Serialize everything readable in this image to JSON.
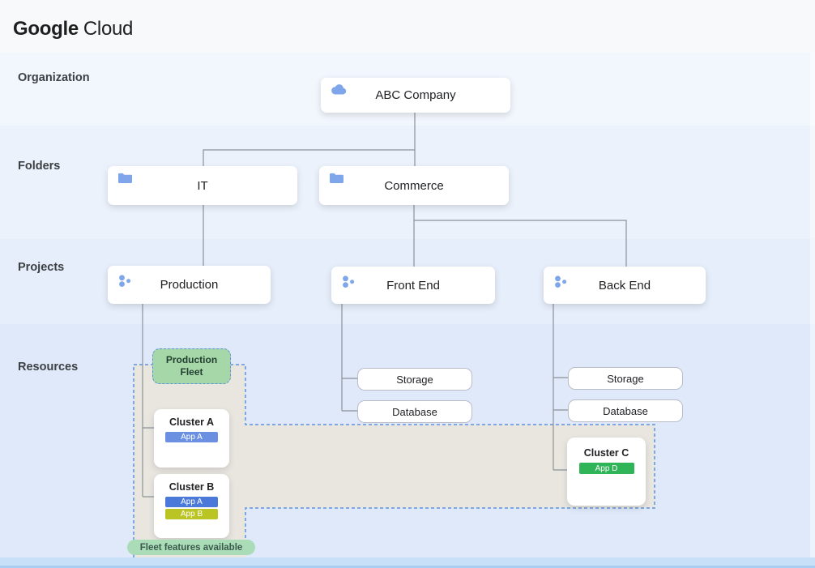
{
  "header": {
    "logo_google": "Google",
    "logo_cloud": "Cloud"
  },
  "row_labels": {
    "organization": "Organization",
    "folders": "Folders",
    "projects": "Projects",
    "resources": "Resources"
  },
  "nodes": {
    "organization": {
      "label": "ABC Company",
      "icon": "cloud-icon"
    },
    "folder_it": {
      "label": "IT",
      "icon": "folder-icon"
    },
    "folder_commerce": {
      "label": "Commerce",
      "icon": "folder-icon"
    },
    "project_production": {
      "label": "Production",
      "icon": "project-icon"
    },
    "project_frontend": {
      "label": "Front End",
      "icon": "project-icon"
    },
    "project_backend": {
      "label": "Back End",
      "icon": "project-icon"
    }
  },
  "resources": {
    "production_fleet": {
      "line1": "Production",
      "line2": "Fleet"
    },
    "frontend": {
      "storage": "Storage",
      "database": "Database"
    },
    "backend": {
      "storage": "Storage",
      "database": "Database"
    },
    "clusters": {
      "cluster_a": {
        "title": "Cluster A",
        "apps": [
          "App A"
        ]
      },
      "cluster_b": {
        "title": "Cluster B",
        "apps": [
          "App A",
          "App B"
        ]
      },
      "cluster_c": {
        "title": "Cluster C",
        "apps": [
          "App D"
        ]
      }
    },
    "fleet_note": "Fleet features available"
  },
  "colors": {
    "app_a_cluster_a": "#6b90e2",
    "app_a_cluster_b": "#4b79da",
    "app_b": "#bac423",
    "app_d": "#2fb457",
    "fleet_box_fill": "#a6d7a9",
    "fleet_note_fill": "#a9dcb7",
    "zone_fill": "#e9e6e0",
    "zone_border": "#5f93dd",
    "icon_blue": "#7fa6ea",
    "connector_gray": "#8d9297"
  }
}
